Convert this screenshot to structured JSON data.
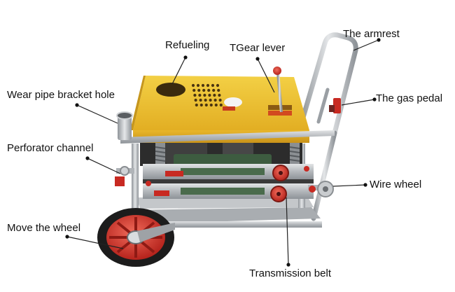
{
  "labels": {
    "refueling": "Refueling",
    "gear_lever": "TGear lever",
    "armrest": "The armrest",
    "gas_pedal": "The gas pedal",
    "bracket_hole": "Wear pipe bracket hole",
    "perforator": "Perforator channel",
    "wire_wheel": "Wire wheel",
    "move_wheel": "Move the wheel",
    "belt": "Transmission belt"
  },
  "colors": {
    "body_yellow": "#e3b62b",
    "frame_steel": "#b9bcbf",
    "wheel_red": "#d83a30",
    "tire_black": "#1c1c1c",
    "belt_green": "#3d5c40",
    "leader": "#222222"
  }
}
